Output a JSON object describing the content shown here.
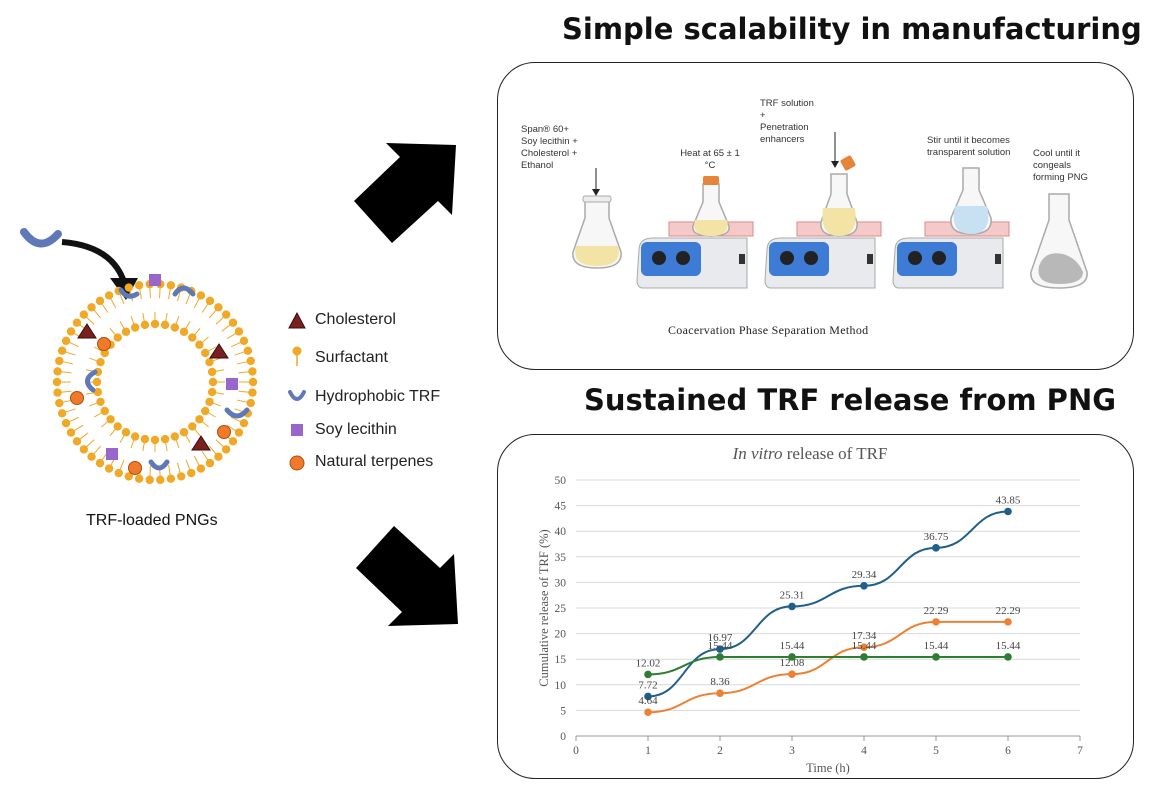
{
  "headings": {
    "manufacturing": "Simple scalability in manufacturing",
    "release": "Sustained TRF release from PNG"
  },
  "vesicle": {
    "caption": "TRF-loaded PNGs"
  },
  "legend": [
    {
      "label": "Cholesterol",
      "shape": "triangle",
      "color": "#7a2020"
    },
    {
      "label": "Surfactant",
      "shape": "lipid",
      "color": "#f0a826"
    },
    {
      "label": "Hydrophobic TRF",
      "shape": "v-shape",
      "color": "#5f78b8"
    },
    {
      "label": "Soy lecithin",
      "shape": "square",
      "color": "#9966cc"
    },
    {
      "label": "Natural terpenes",
      "shape": "circle",
      "color": "#f07a2a"
    }
  ],
  "process": {
    "step1_label_lines": [
      "Span® 60+",
      "Soy lecithin +",
      "Cholesterol +",
      "Ethanol"
    ],
    "step2_label_lines": [
      "Heat at 65 ± 1",
      "°C"
    ],
    "step3_label_lines": [
      "TRF solution",
      "+",
      "Penetration",
      "enhancers"
    ],
    "step4_label_lines": [
      "Stir until it becomes",
      "transparent solution"
    ],
    "step5_label_lines": [
      "Cool until it",
      "congeals",
      "forming PNG"
    ],
    "method": "Coacervation Phase Separation Method"
  },
  "chart_data": {
    "type": "line",
    "title_italic": "In vitro",
    "title_rest": " release of TRF",
    "xlabel": "Time (h)",
    "ylabel": "Cumulative release of TRF (%)",
    "xlim": [
      0,
      7
    ],
    "ylim": [
      0,
      50
    ],
    "xticks": [
      0,
      1,
      2,
      3,
      4,
      5,
      6,
      7
    ],
    "yticks": [
      0,
      5,
      10,
      15,
      20,
      25,
      30,
      35,
      40,
      45,
      50
    ],
    "grid": true,
    "series": [
      {
        "color": "#1f5f8b",
        "x": [
          1,
          2,
          3,
          4,
          5,
          6
        ],
        "values": [
          7.72,
          16.97,
          25.31,
          29.34,
          36.75,
          43.85
        ],
        "labels": [
          "7.72",
          "16.97",
          "25.31",
          "29.34",
          "36.75",
          "43.85"
        ]
      },
      {
        "color": "#ee8033",
        "x": [
          1,
          2,
          3,
          4,
          5,
          6
        ],
        "values": [
          4.64,
          8.36,
          12.08,
          17.34,
          22.29,
          22.29
        ],
        "labels": [
          "4.64",
          "8.36",
          "12.08",
          "17.34",
          "22.29",
          "22.29"
        ]
      },
      {
        "color": "#2e7d32",
        "x": [
          1,
          2,
          3,
          4,
          5,
          6
        ],
        "values": [
          12.02,
          15.44,
          15.44,
          15.44,
          15.44,
          15.44
        ],
        "labels": [
          "12.02",
          "15.44",
          "15.44",
          "15.44",
          "15.44",
          "15.44"
        ]
      }
    ]
  }
}
